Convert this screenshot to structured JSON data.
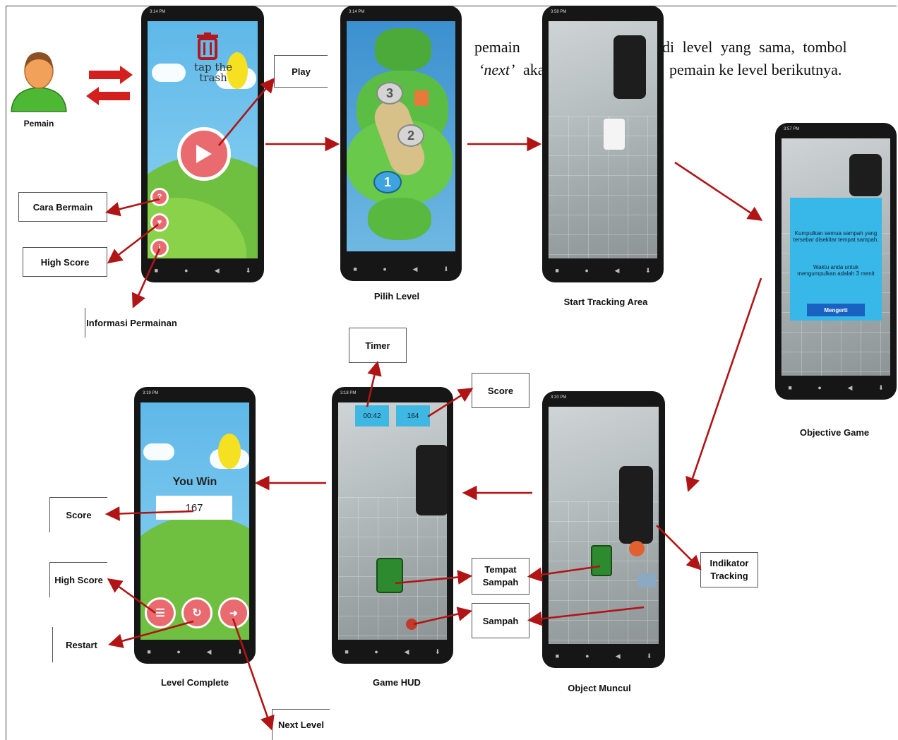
{
  "paragraph": {
    "line1_left": "pemain",
    "line1_right": "di level yang sama, tombol",
    "line2_left": "‘next’",
    "line2_mid": "aka",
    "line2_right": "pemain ke level berikutnya."
  },
  "actor": {
    "label": "Pemain"
  },
  "phone_title": {
    "line1": "tap the",
    "line2": "trash"
  },
  "labels": {
    "play": "Play",
    "cara_bermain": "Cara Bermain",
    "high_score_main": "High Score",
    "informasi_permainan": "Informasi Permainan",
    "timer": "Timer",
    "score_hud": "Score",
    "tempat_sampah": "Tempat Sampah",
    "sampah": "Sampah",
    "indikator_tracking": "Indikator Tracking",
    "score_complete": "Score",
    "high_score_complete": "High Score",
    "restart": "Restart",
    "next_level": "Next Level"
  },
  "captions": {
    "pilih_level": "Pilih Level",
    "start_tracking": "Start Tracking Area",
    "objective_game": "Objective Game",
    "object_muncul": "Object Muncul",
    "game_hud": "Game HUD",
    "level_complete": "Level Complete"
  },
  "level_map": {
    "level_numbers": [
      "3",
      "2",
      "1"
    ]
  },
  "objective_dialog": {
    "text1": "Kumpulkan semua sampah yang tersebar disekitar tempat sampah.",
    "text2": "Waktu anda untuk mengumpulkan adalah 3 menit",
    "button": "Mengerti"
  },
  "hud": {
    "timer": "00:42",
    "score": "164"
  },
  "level_complete_screen": {
    "title": "You Win",
    "score": "167"
  },
  "status": {
    "p1": "3:14 PM",
    "p2": "3:14 PM",
    "p3": "3:58 PM",
    "p4": "3:57 PM",
    "p5": "3:20 PM",
    "p6": "3:18 PM",
    "p7": "3:19 PM"
  },
  "colors": {
    "arrow": "#b01414",
    "accent_red": "#e96a6f",
    "hud_blue": "#3fb7e3",
    "dialog_blue": "#38b8e8"
  }
}
